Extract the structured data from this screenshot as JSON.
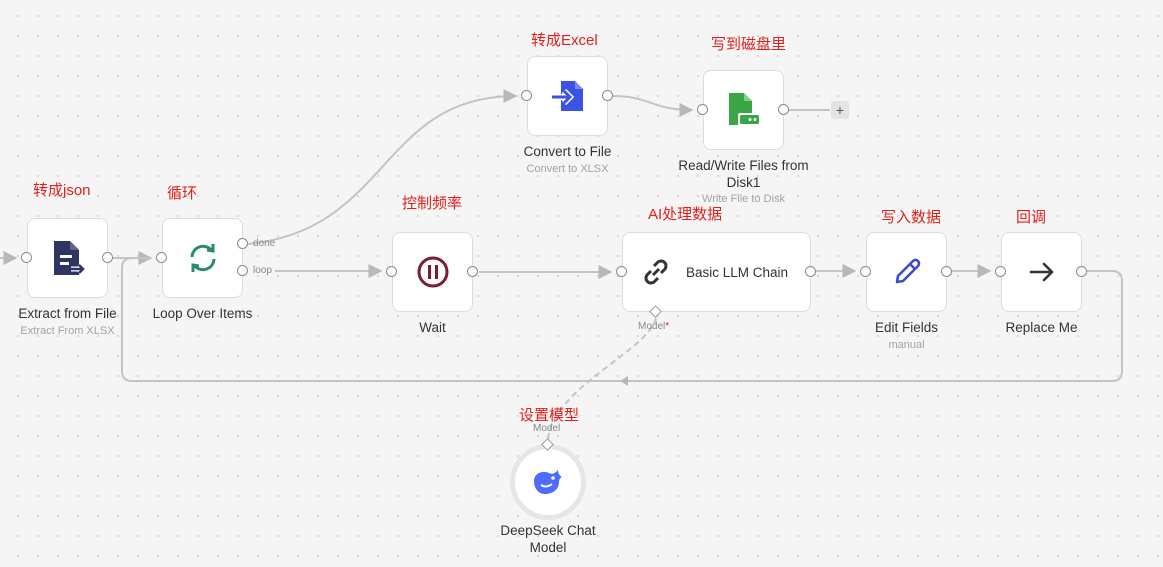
{
  "notes": {
    "excel": "转成Excel",
    "disk": "写到磁盘里",
    "json": "转成json",
    "loop": "循环",
    "rate": "控制频率",
    "ai": "AI处理数据",
    "write": "写入数据",
    "callback": "回调",
    "model": "设置模型"
  },
  "nodes": {
    "extract": {
      "label": "Extract from File",
      "sub": "Extract From XLSX",
      "icon": "file-export-icon"
    },
    "loop": {
      "label": "Loop Over Items",
      "done": "done",
      "loop": "loop",
      "icon": "refresh-icon"
    },
    "convert": {
      "label": "Convert to File",
      "sub": "Convert to XLSX",
      "icon": "file-import-icon"
    },
    "rw": {
      "label1": "Read/Write Files from",
      "label2": "Disk1",
      "sub": "Write File to Disk",
      "icon": "file-drive-icon"
    },
    "wait": {
      "label": "Wait",
      "icon": "pause-icon"
    },
    "llm": {
      "label": "Basic LLM Chain",
      "model_label": "Model",
      "model_required": "*",
      "icon": "link-icon"
    },
    "edit": {
      "label": "Edit Fields",
      "sub": "manual",
      "icon": "pencil-icon"
    },
    "replace": {
      "label": "Replace Me",
      "icon": "arrow-right-icon"
    },
    "deepseek": {
      "label1": "DeepSeek Chat",
      "label2": "Model",
      "top_label": "Model",
      "icon": "deepseek-whale-icon"
    }
  },
  "add_button": "+",
  "colors": {
    "annotation": "#e0201a",
    "extract_icon": "#2f3562",
    "loop_icon": "#2a8a6a",
    "convert_icon": "#3a52e6",
    "rw_icon": "#3aa545",
    "wait_icon": "#7a1d35",
    "edit_icon": "#3d4bd0",
    "deepseek_icon": "#4d6bfe"
  }
}
